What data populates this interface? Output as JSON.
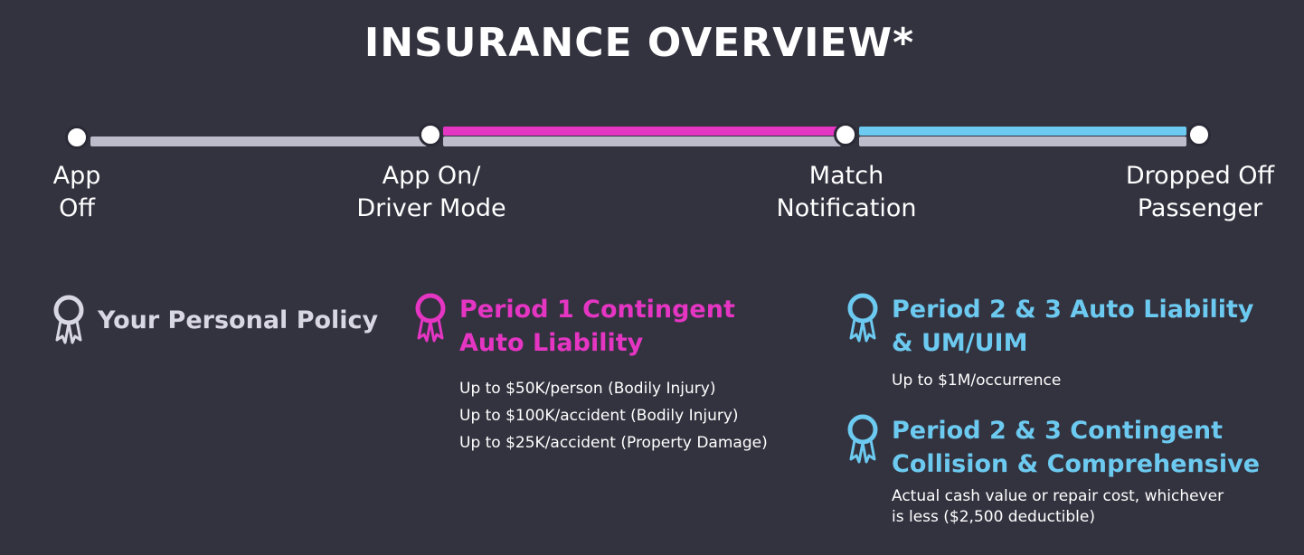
{
  "title": "INSURANCE OVERVIEW*",
  "colors": {
    "background": "#33323f",
    "gray_track": "#bdbccb",
    "pink": "#e535c3",
    "blue": "#6ccaf0",
    "personal": "#d8d7e2"
  },
  "timeline": {
    "nodes": [
      {
        "label_line1": "App",
        "label_line2": "Off"
      },
      {
        "label_line1": "App On/",
        "label_line2": "Driver Mode"
      },
      {
        "label_line1": "Match",
        "label_line2": "Notification"
      },
      {
        "label_line1": "Dropped Off",
        "label_line2": "Passenger"
      }
    ]
  },
  "policies": {
    "personal": {
      "icon": "ribbon-award-icon",
      "title": "Your Personal Policy"
    },
    "period1": {
      "icon": "ribbon-award-icon",
      "title_line1": "Period 1 Contingent",
      "title_line2": "Auto Liability",
      "details": [
        "Up to $50K/person (Bodily Injury)",
        "Up to $100K/accident (Bodily Injury)",
        "Up to $25K/accident (Property Damage)"
      ]
    },
    "period23_liability": {
      "icon": "ribbon-award-icon",
      "title_line1": "Period 2 & 3 Auto Liability",
      "title_line2": "& UM/UIM",
      "details": [
        "Up to $1M/occurrence"
      ]
    },
    "period23_collision": {
      "icon": "ribbon-award-icon",
      "title_line1": "Period 2 & 3 Contingent",
      "title_line2": "Collision & Comprehensive",
      "details": [
        "Actual cash value or repair cost, whichever",
        "is less ($2,500 deductible)"
      ]
    }
  }
}
